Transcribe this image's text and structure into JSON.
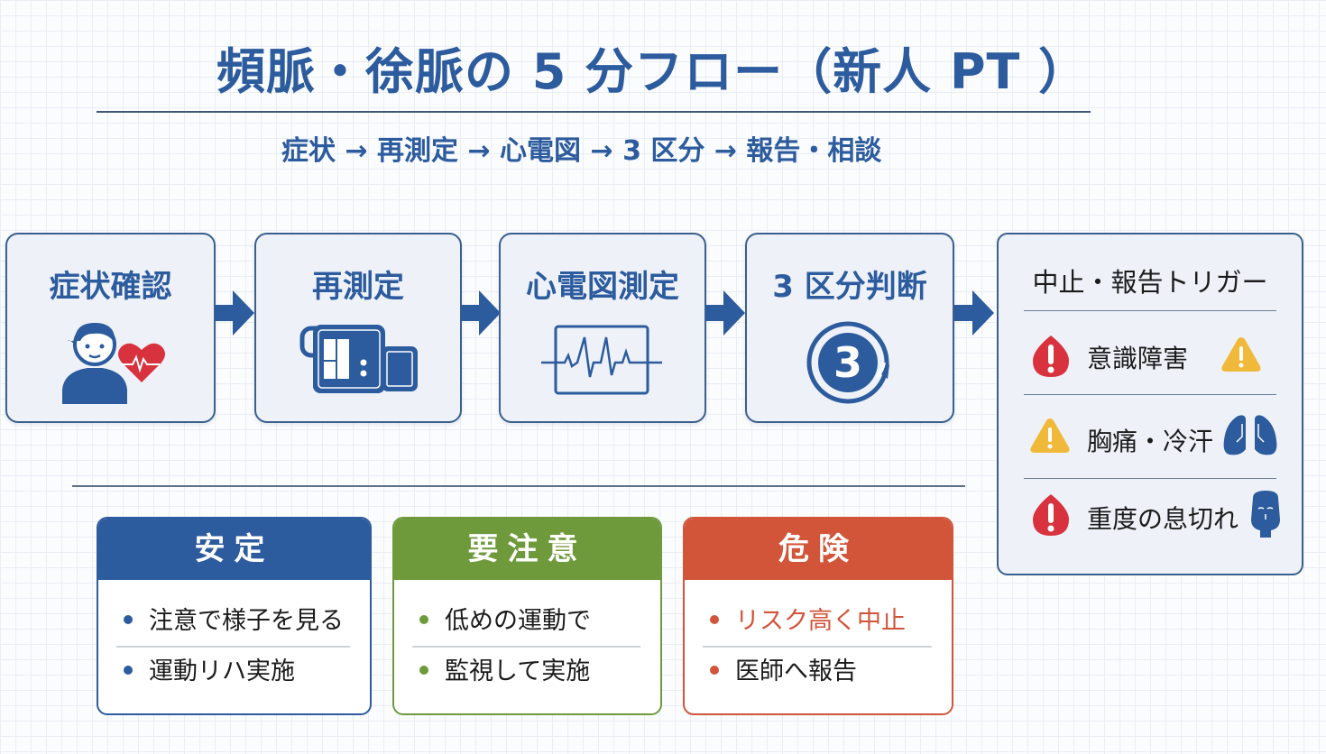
{
  "header": {
    "title": "頻脈・徐脈の 5 分フロー（新人 PT ）",
    "subtitle": "症状 → 再測定 → 心電図 → 3 区分 → 報告・相談"
  },
  "colors": {
    "primary_blue": "#2c5b9e",
    "green": "#6f9a3c",
    "orange_red": "#d2553a",
    "alert_red": "#d8323e",
    "warning_yellow": "#f0b93a"
  },
  "steps": [
    {
      "label": "症状確認",
      "icon": "patient-heart-icon"
    },
    {
      "label": "再測定",
      "icon": "blood-pressure-monitor-icon"
    },
    {
      "label": "心電図測定",
      "icon": "ecg-monitor-icon"
    },
    {
      "label": "3 区分判断",
      "icon": "number-three-cycle-icon"
    }
  ],
  "triggers": {
    "title": "中止・報告トリガー",
    "items": [
      {
        "text": "意識障害",
        "left_icon": "red-alert-icon",
        "right_icon": "yellow-warning-icon"
      },
      {
        "text": "胸痛・冷汗",
        "left_icon": "yellow-warning-icon",
        "right_icon": "lungs-icon"
      },
      {
        "text": "重度の息切れ",
        "left_icon": "red-alert-icon",
        "right_icon": "head-icon"
      }
    ]
  },
  "cards": [
    {
      "title": "安定",
      "color": "#2c5b9e",
      "items": [
        "注意で様子を見る",
        "運動リハ実施"
      ]
    },
    {
      "title": "要注意",
      "color": "#6f9a3c",
      "items": [
        "低めの運動で",
        "監視して実施"
      ]
    },
    {
      "title": "危険",
      "color": "#d2553a",
      "items": [
        "リスク高く中止",
        "医師へ報告"
      ]
    }
  ]
}
